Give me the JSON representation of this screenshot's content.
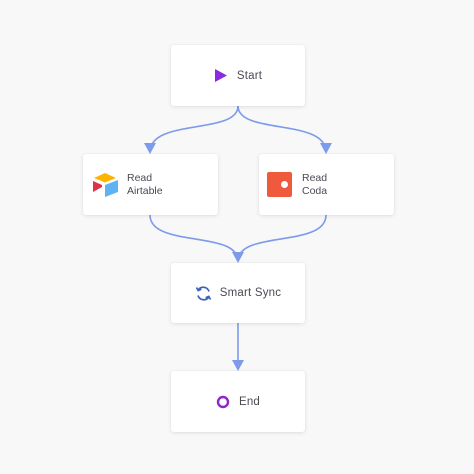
{
  "nodes": {
    "start": {
      "label": "Start",
      "icon": "play-icon"
    },
    "read_airtable": {
      "label_line1": "Read",
      "label_line2": "Airtable",
      "icon": "airtable-logo-icon"
    },
    "read_coda": {
      "label_line1": "Read",
      "label_line2": "Coda",
      "icon": "coda-logo-icon"
    },
    "smart_sync": {
      "label": "Smart Sync",
      "icon": "sync-icon"
    },
    "end": {
      "label": "End",
      "icon": "circle-end-icon"
    }
  },
  "edges": [
    {
      "from": "start",
      "to": "read_airtable"
    },
    {
      "from": "start",
      "to": "read_coda"
    },
    {
      "from": "read_airtable",
      "to": "smart_sync"
    },
    {
      "from": "read_coda",
      "to": "smart_sync"
    },
    {
      "from": "smart_sync",
      "to": "end"
    }
  ],
  "colors": {
    "connector": "#7d9bea",
    "start_icon": "#8a2be2",
    "end_icon": "#8e26c9",
    "sync_icon": "#3b63b8",
    "coda": "#ee5a3b",
    "airtable_yellow": "#fcb400",
    "airtable_red": "#e0314b",
    "airtable_blue": "#2d7ff9"
  }
}
